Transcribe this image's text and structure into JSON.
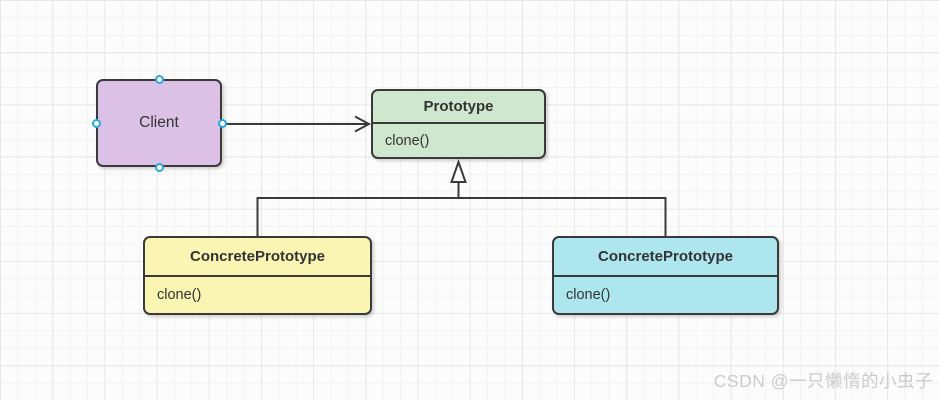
{
  "diagram": {
    "boxes": {
      "client": {
        "label": "Client",
        "fill": "#dcc1e6"
      },
      "prototype": {
        "title": "Prototype",
        "method": "clone()",
        "fill": "#d0e7cf"
      },
      "concrete_prototype_left": {
        "title": "ConcretePrototype",
        "method": "clone()",
        "fill": "#fbf5b4"
      },
      "concrete_prototype_right": {
        "title": "ConcretePrototype",
        "method": "clone()",
        "fill": "#aee6ee"
      }
    },
    "stroke_color": "#3a3a3a",
    "handle_color": "#29a8e0"
  },
  "watermark": {
    "text": "CSDN @一只懒惰的小虫子",
    "color": "#cbcbcb"
  }
}
